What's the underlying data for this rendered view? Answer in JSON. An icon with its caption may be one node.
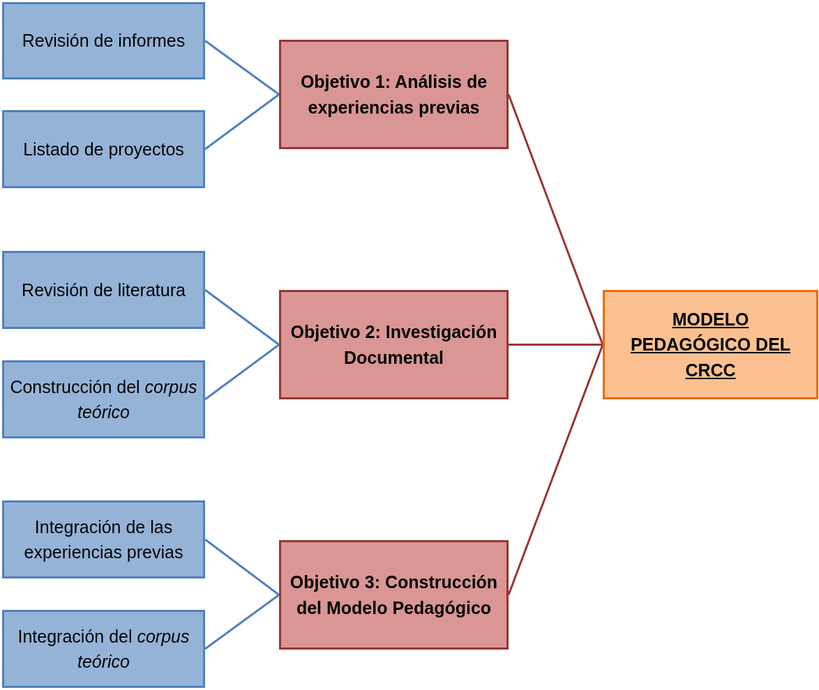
{
  "diagram": {
    "nodes": [
      {
        "text": [
          "Revisión de informes"
        ]
      },
      {
        "text": [
          "Listado de proyectos"
        ]
      },
      {
        "text": [
          "Revisión de literatura"
        ]
      },
      {
        "text": [
          "Construcción del *corpus teórico*"
        ]
      },
      {
        "text": [
          "Integración de las experiencias previas"
        ]
      },
      {
        "text": [
          "Integración del *corpus teórico*"
        ]
      },
      {
        "text": [
          "Objetivo 1: Análisis de experiencias previas"
        ]
      },
      {
        "text": [
          "Objetivo 2: Investigación Documental"
        ]
      },
      {
        "text": [
          "Objetivo 3: Construcción del Modelo Pedagógico"
        ]
      },
      {
        "text": [
          "MODELO PEDAGÓGICO DEL CRCC"
        ]
      }
    ],
    "edges": [
      {
        "from": 0,
        "to": 6,
        "arrow": "none"
      },
      {
        "from": 1,
        "to": 6,
        "arrow": "none"
      },
      {
        "from": 2,
        "to": 7,
        "arrow": "none"
      },
      {
        "from": 3,
        "to": 7,
        "arrow": "none"
      },
      {
        "from": 4,
        "to": 8,
        "arrow": "none"
      },
      {
        "from": 5,
        "to": 8,
        "arrow": "none"
      },
      {
        "from": 6,
        "to": 9,
        "arrow": "none",
        "color": "#953735"
      },
      {
        "from": 7,
        "to": 9,
        "arrow": "none",
        "color": "#953735"
      },
      {
        "from": 8,
        "to": 9,
        "arrow": "none",
        "color": "#953735"
      }
    ]
  }
}
